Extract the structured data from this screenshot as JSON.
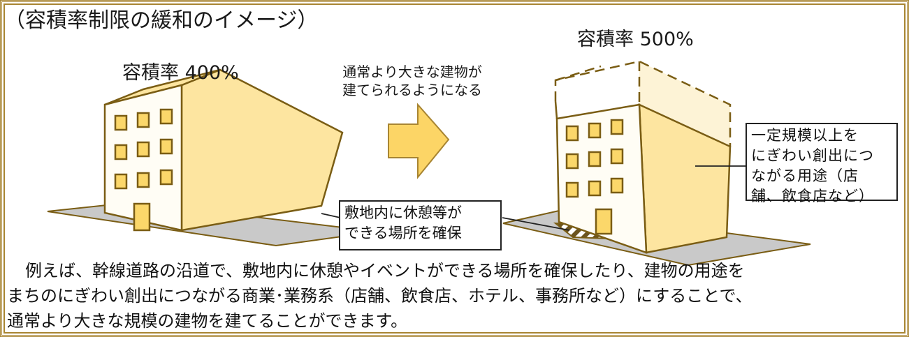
{
  "title": "（容積率制限の緩和のイメージ）",
  "left_building": {
    "label": "容積率 400%"
  },
  "right_building": {
    "label": "容積率 500%"
  },
  "arrow": {
    "caption_line1": "通常より大きな建物が",
    "caption_line2": "建てられるようになる"
  },
  "callout_rest": {
    "line1": "敷地内に休憩等が",
    "line2": "できる場所を確保"
  },
  "callout_use": {
    "line1": "一定規模以上を",
    "line2": "にぎわい創出につ",
    "line3": "ながる用途（店",
    "line4": "舗、飲食店など）"
  },
  "body": {
    "line1": "例えば、幹線道路の沿道で、敷地内に休憩やイベントができる場所を確保したり、建物の用途を",
    "line2": "まちのにぎわい創出につながる商業･業務系（店舗、飲食店、ホテル、事務所など）にすることで、",
    "line3": "通常より大きな規模の建物を建てることができます。"
  },
  "colors": {
    "frame": "#a88532",
    "building_fill": "#fde5a0",
    "building_outline": "#7a5d14",
    "window_fill": "#fbd76a",
    "arrow_fill": "#fcd566",
    "ground_fill": "#c9c9c9",
    "ghost_fill": "#fdf3d6"
  }
}
